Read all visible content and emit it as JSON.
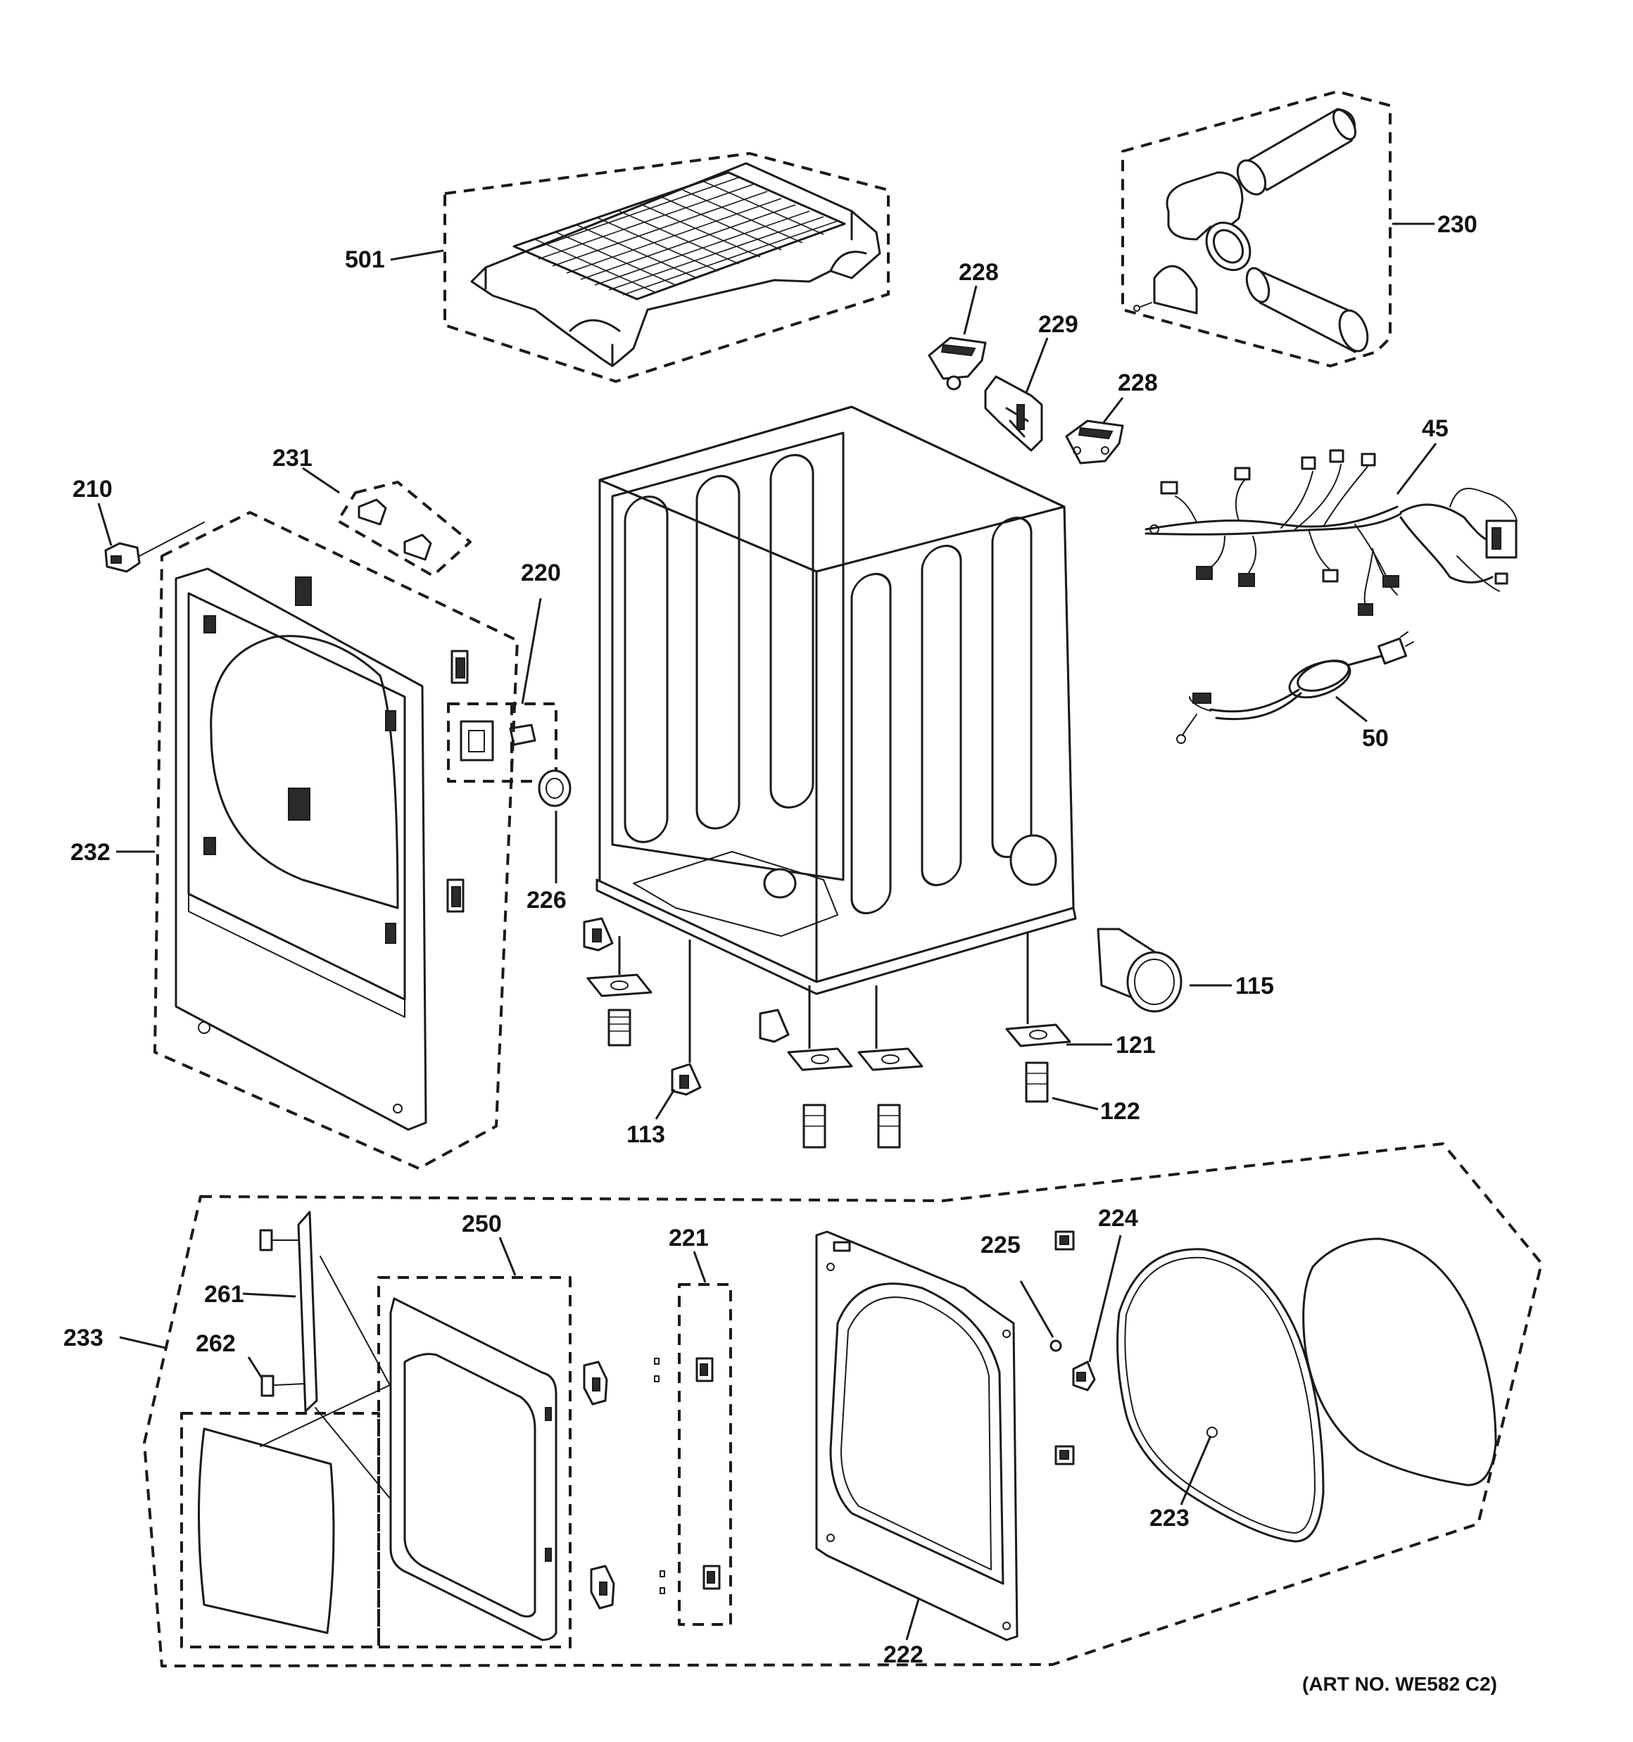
{
  "diagram": {
    "art_number": "(ART NO. WE582 C2)",
    "callouts": [
      {
        "id": "c501",
        "label": "501"
      },
      {
        "id": "c230",
        "label": "230"
      },
      {
        "id": "c228a",
        "label": "228"
      },
      {
        "id": "c229",
        "label": "229"
      },
      {
        "id": "c228b",
        "label": "228"
      },
      {
        "id": "c45",
        "label": "45"
      },
      {
        "id": "c210",
        "label": "210"
      },
      {
        "id": "c231",
        "label": "231"
      },
      {
        "id": "c220",
        "label": "220"
      },
      {
        "id": "c50",
        "label": "50"
      },
      {
        "id": "c232",
        "label": "232"
      },
      {
        "id": "c226",
        "label": "226"
      },
      {
        "id": "c115",
        "label": "115"
      },
      {
        "id": "c121",
        "label": "121"
      },
      {
        "id": "c122",
        "label": "122"
      },
      {
        "id": "c113",
        "label": "113"
      },
      {
        "id": "c224",
        "label": "224"
      },
      {
        "id": "c250",
        "label": "250"
      },
      {
        "id": "c221",
        "label": "221"
      },
      {
        "id": "c225",
        "label": "225"
      },
      {
        "id": "c261",
        "label": "261"
      },
      {
        "id": "c233",
        "label": "233"
      },
      {
        "id": "c262",
        "label": "262"
      },
      {
        "id": "c223",
        "label": "223"
      },
      {
        "id": "c222",
        "label": "222"
      }
    ]
  }
}
